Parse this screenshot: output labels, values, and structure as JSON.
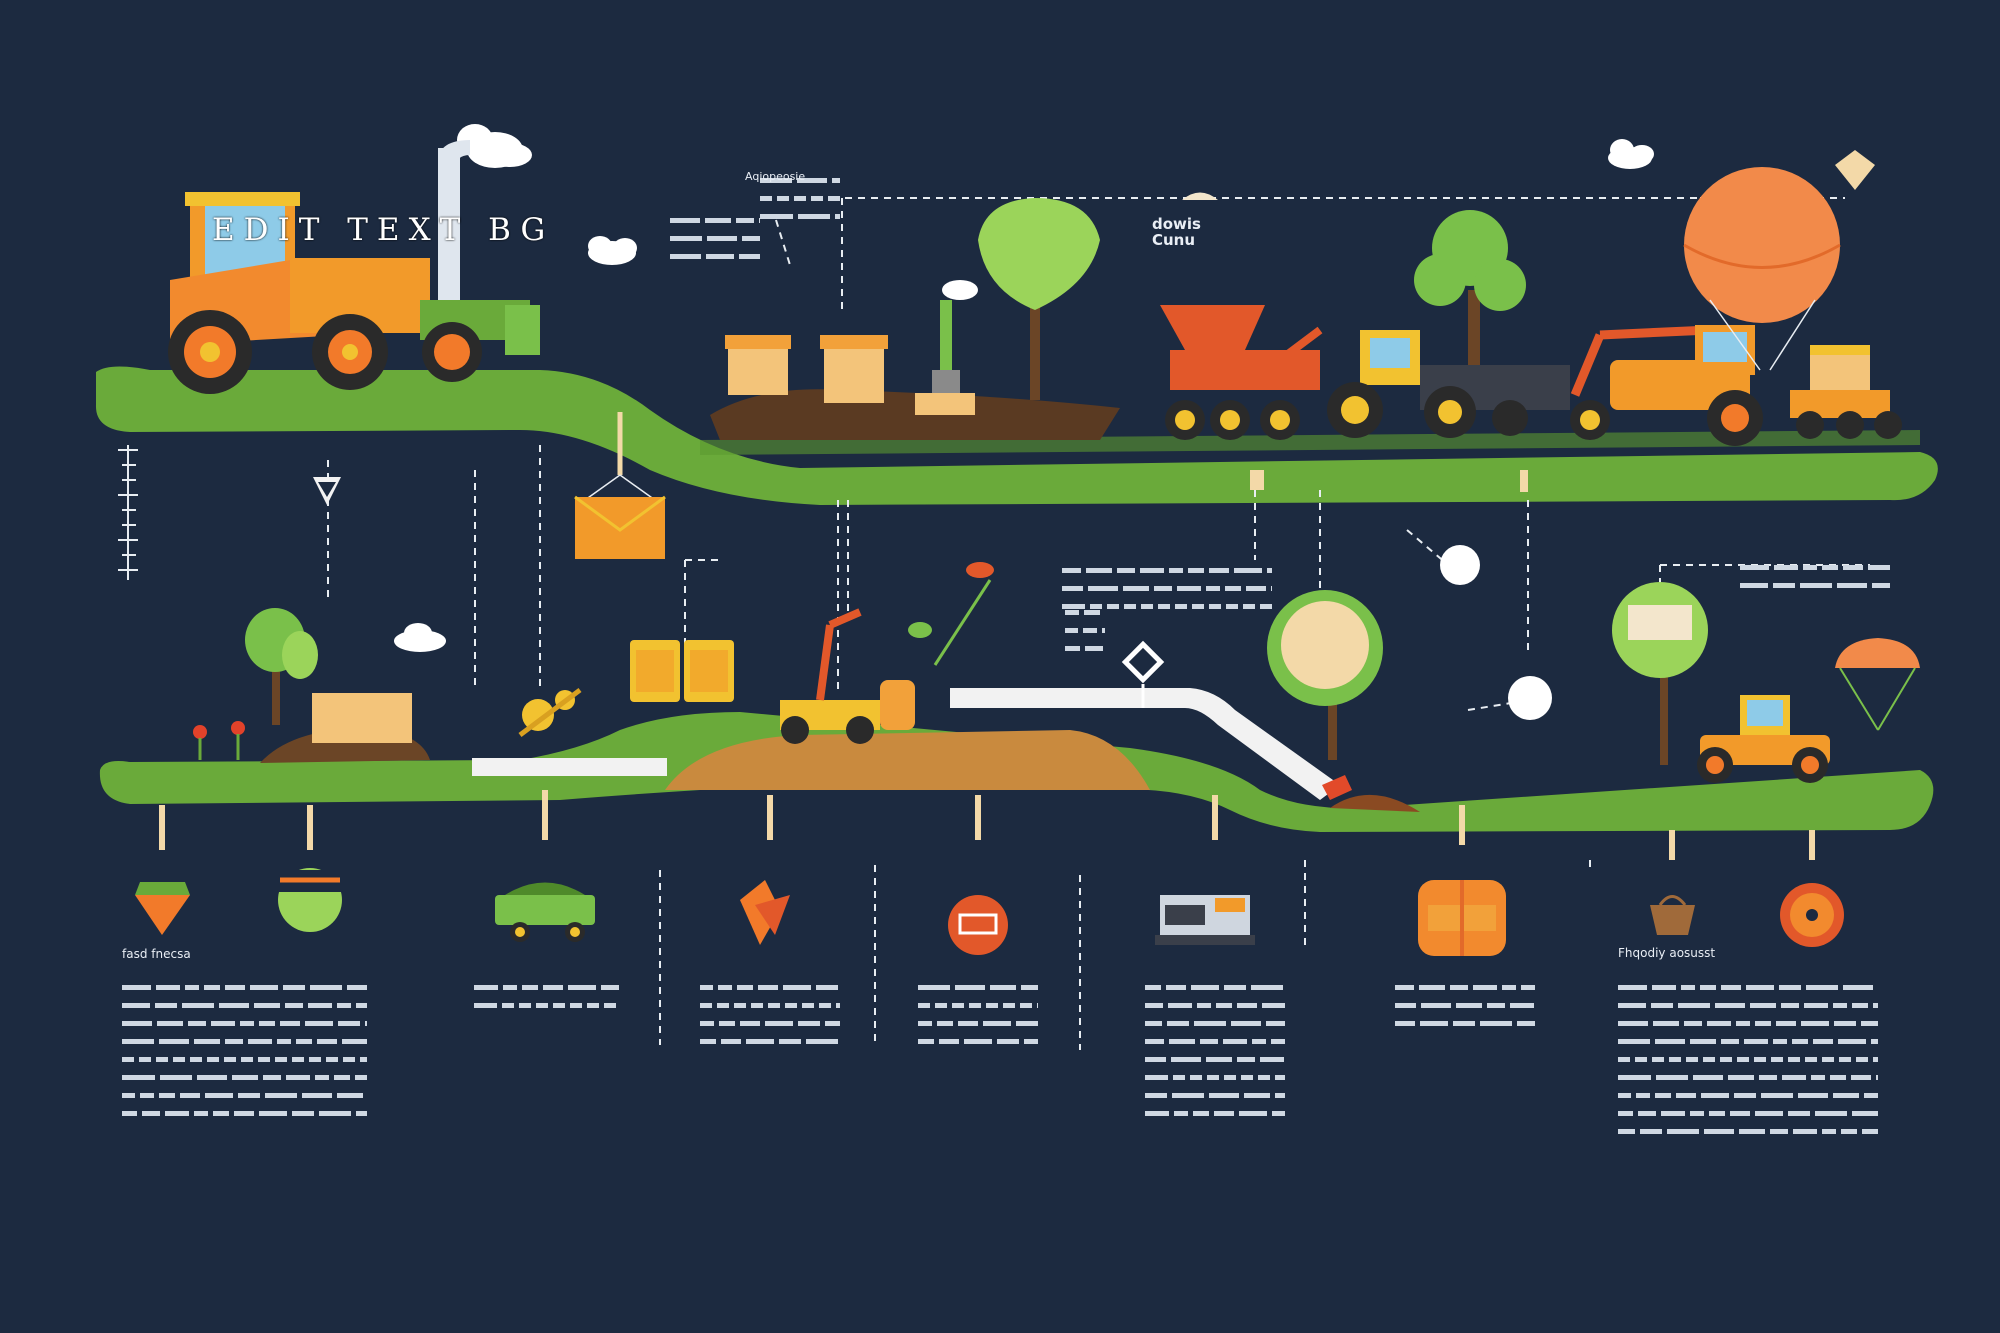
{
  "header": {
    "edit_text": "EDIT TEXT BG"
  },
  "labels": {
    "top_center": "dowis\nCunu",
    "top_left_note": "Aqiopeosie",
    "bottom_left_title": "fasd fnecsa",
    "bottom_right_title": "Fhqodiy aosusst"
  },
  "colors": {
    "background": "#1c2a40",
    "grass": "#6aaa3a",
    "grass_dark": "#4f8a2a",
    "soil": "#6b4526",
    "orange": "#f28a2e",
    "orange_dark": "#d9651c",
    "yellow": "#f2c230",
    "sky_blue": "#7fb6e0",
    "line_white": "#e8edf2"
  }
}
